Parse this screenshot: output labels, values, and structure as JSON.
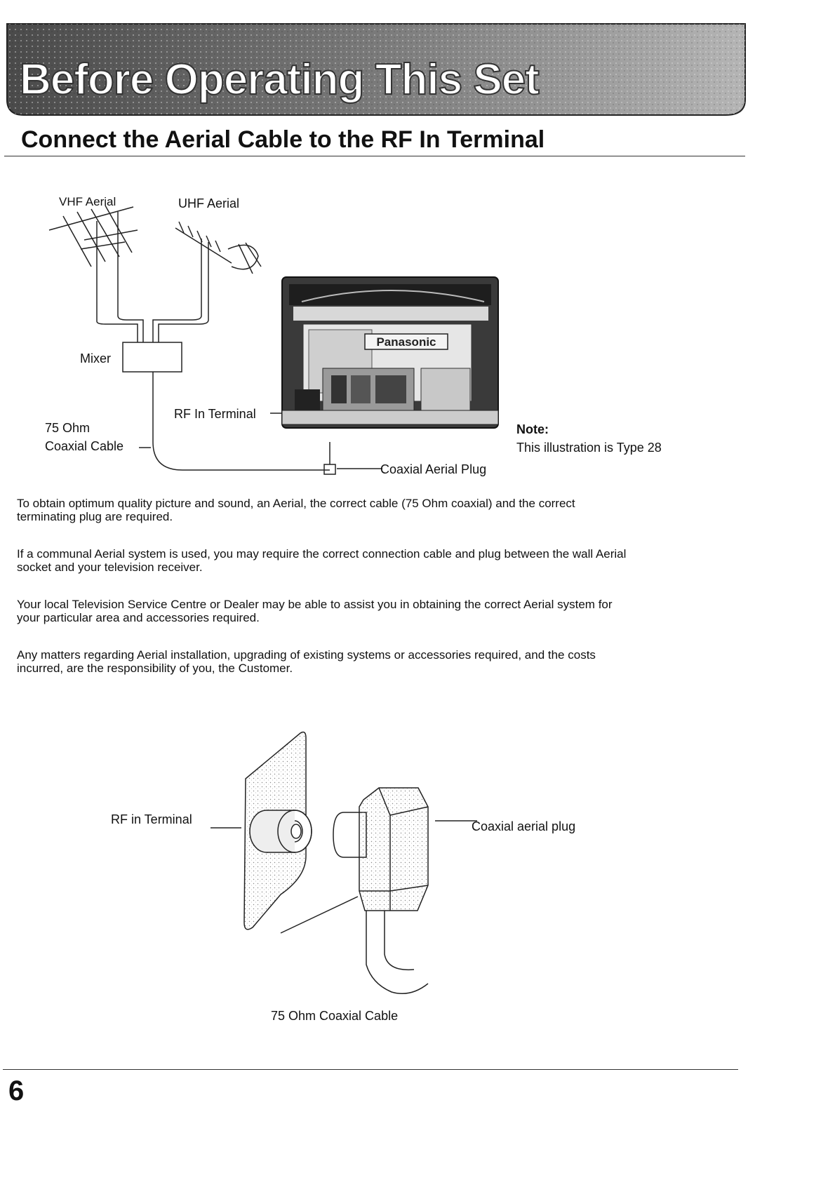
{
  "header": {
    "banner_title": "Before Operating This Set",
    "section_heading": "Connect the Aerial Cable to the RF In Terminal"
  },
  "diagram_top": {
    "vhf_label": "VHF Aerial",
    "uhf_label": "UHF Aerial",
    "mixer_label": "Mixer",
    "rf_in_label": "RF In Terminal",
    "cable_label_line1": "75 Ohm",
    "cable_label_line2": "Coaxial Cable",
    "plug_label": "Coaxial Aerial Plug",
    "brand_logo": "Panasonic",
    "note_title": "Note:",
    "note_text": "This illustration is Type 28"
  },
  "body": {
    "para1_line1": "To obtain optimum quality picture and sound, an Aerial, the correct cable (75 Ohm coaxial) and the correct",
    "para1_line2": "terminating plug are required.",
    "para2_line1": "If a communal Aerial system is used, you may require the correct connection cable and plug between the wall Aerial",
    "para2_line2": "socket and your television receiver.",
    "para3_line1": "Your local Television Service Centre or Dealer may be able to assist you in obtaining the correct Aerial system for",
    "para3_line2": "your particular area and accessories required.",
    "para4_line1": "Any matters regarding Aerial installation, upgrading of existing systems or accessories required, and the costs",
    "para4_line2": "incurred, are the responsibility of you, the Customer."
  },
  "diagram_bottom": {
    "rf_in_label": "RF in Terminal",
    "plug_label": "Coaxial aerial plug",
    "cable_label": "75 Ohm Coaxial Cable"
  },
  "footer": {
    "page_number": "6"
  },
  "colors": {
    "ink": "#111111",
    "banner_dark": "#3a3a3a",
    "banner_mid": "#8a8a8a",
    "banner_light": "#cfcfcf"
  }
}
